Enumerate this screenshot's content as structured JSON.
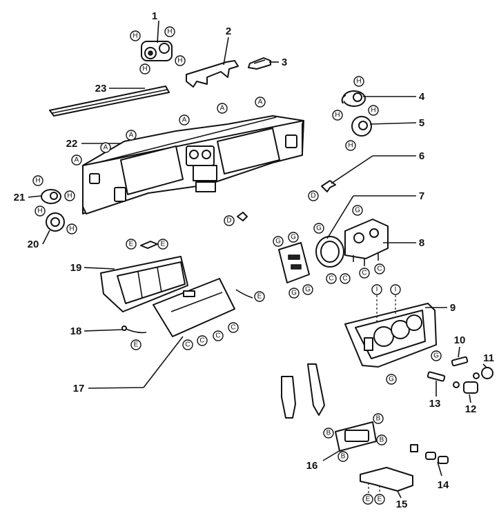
{
  "callouts": [
    "1",
    "2",
    "3",
    "4",
    "5",
    "6",
    "7",
    "8",
    "9",
    "10",
    "11",
    "12",
    "13",
    "14",
    "15",
    "16",
    "17",
    "18",
    "19",
    "20",
    "21",
    "22",
    "23"
  ],
  "tag_letters": {
    "A": "A",
    "B": "B",
    "C": "C",
    "D": "D",
    "E": "E",
    "G": "G",
    "H": "H",
    "I": "I"
  }
}
